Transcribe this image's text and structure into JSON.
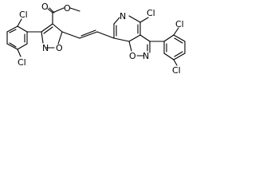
{
  "molecule": {
    "atoms": {
      "cl_left_top": "Cl",
      "cl_left_bottom": "Cl",
      "o_ester_carbonyl": "O",
      "o_ester_alkoxy": "O",
      "n_left_isoxazole": "N",
      "o_left_isoxazole": "O",
      "n_pyridine": "N",
      "cl_pyridine": "Cl",
      "o_right_isoxazole": "O",
      "n_right_isoxazole": "N",
      "cl_right_top": "Cl",
      "cl_right_bottom": "Cl"
    }
  }
}
